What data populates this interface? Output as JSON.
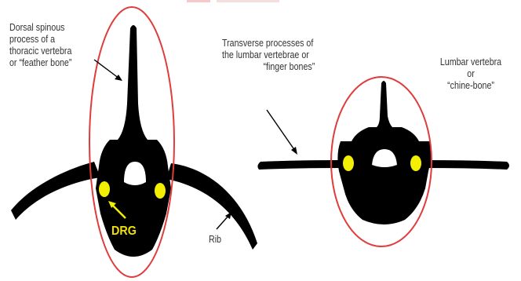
{
  "colors": {
    "bone": "#000000",
    "ring": "#e03c3c",
    "ganglion": "#f2ef00",
    "label_text": "#333333"
  },
  "labels": {
    "thoracic": [
      "Dorsal spinous",
      "process of a",
      "thoracic vertebra",
      "or  “feather bone”"
    ],
    "transverse": [
      "Transverse processes of",
      "the lumbar vertebrae or",
      "“finger bones”"
    ],
    "lumbar": [
      "Lumbar vertebra",
      "or",
      "“chine-bone”"
    ],
    "drg": "DRG",
    "rib": "Rib"
  }
}
